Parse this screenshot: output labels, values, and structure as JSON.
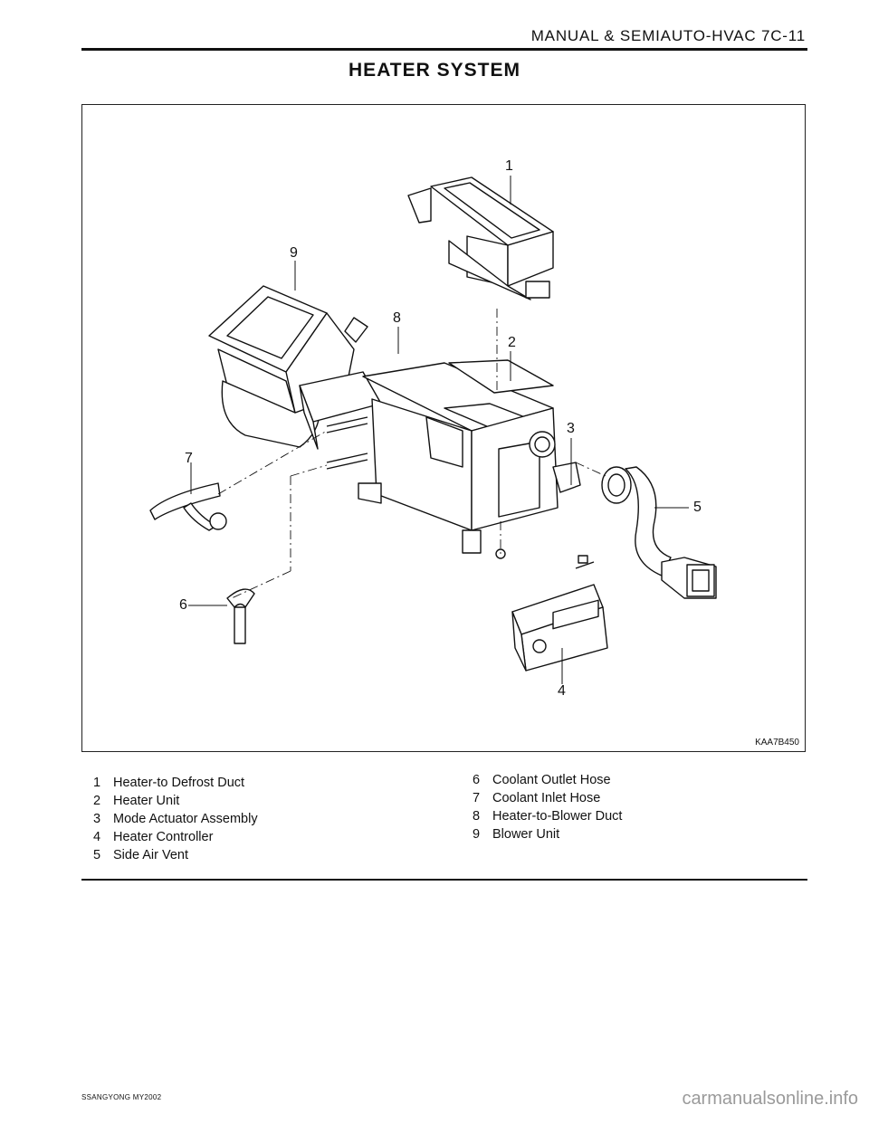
{
  "header": {
    "section_title": "MANUAL & SEMIAUTO-HVAC  7C-11"
  },
  "page_title": "HEATER  SYSTEM",
  "figure": {
    "code": "KAA7B450",
    "callouts": [
      "1",
      "2",
      "3",
      "4",
      "5",
      "6",
      "7",
      "8",
      "9"
    ]
  },
  "legend": {
    "left": [
      {
        "num": "1",
        "label": "Heater-to Defrost Duct"
      },
      {
        "num": "2",
        "label": "Heater Unit"
      },
      {
        "num": "3",
        "label": "Mode Actuator Assembly"
      },
      {
        "num": "4",
        "label": "Heater Controller"
      },
      {
        "num": "5",
        "label": "Side Air Vent"
      }
    ],
    "right": [
      {
        "num": "6",
        "label": "Coolant Outlet Hose"
      },
      {
        "num": "7",
        "label": "Coolant Inlet Hose"
      },
      {
        "num": "8",
        "label": "Heater-to-Blower Duct"
      },
      {
        "num": "9",
        "label": "Blower Unit"
      }
    ]
  },
  "footer": {
    "brand_text": "SSANGYONG  MY2002"
  },
  "watermark": "carmanualsonline.info"
}
